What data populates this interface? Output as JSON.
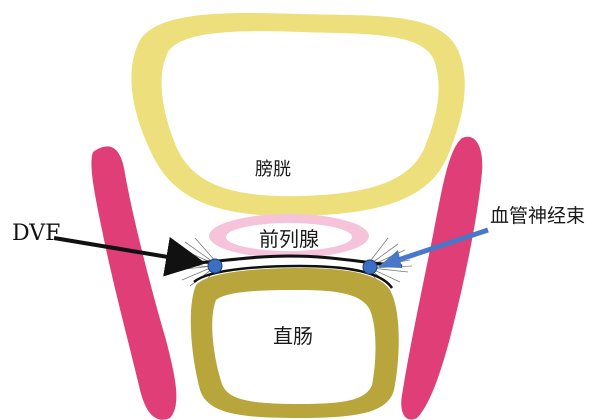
{
  "labels": {
    "bladder": "膀胱",
    "prostate": "前列腺",
    "rectum": "直肠",
    "dvf": "DVF",
    "neurovascular_bundle": "血管神经束"
  },
  "colors": {
    "bladder_wall": "#ede07c",
    "prostate_fill": "#f5c4da",
    "levator_muscle": "#df3f76",
    "rectum_wall": "#b8a53c",
    "nerve_dot": "#3b6fc4",
    "blue_arrow": "#4a78c8",
    "black_arrow": "#111111"
  }
}
